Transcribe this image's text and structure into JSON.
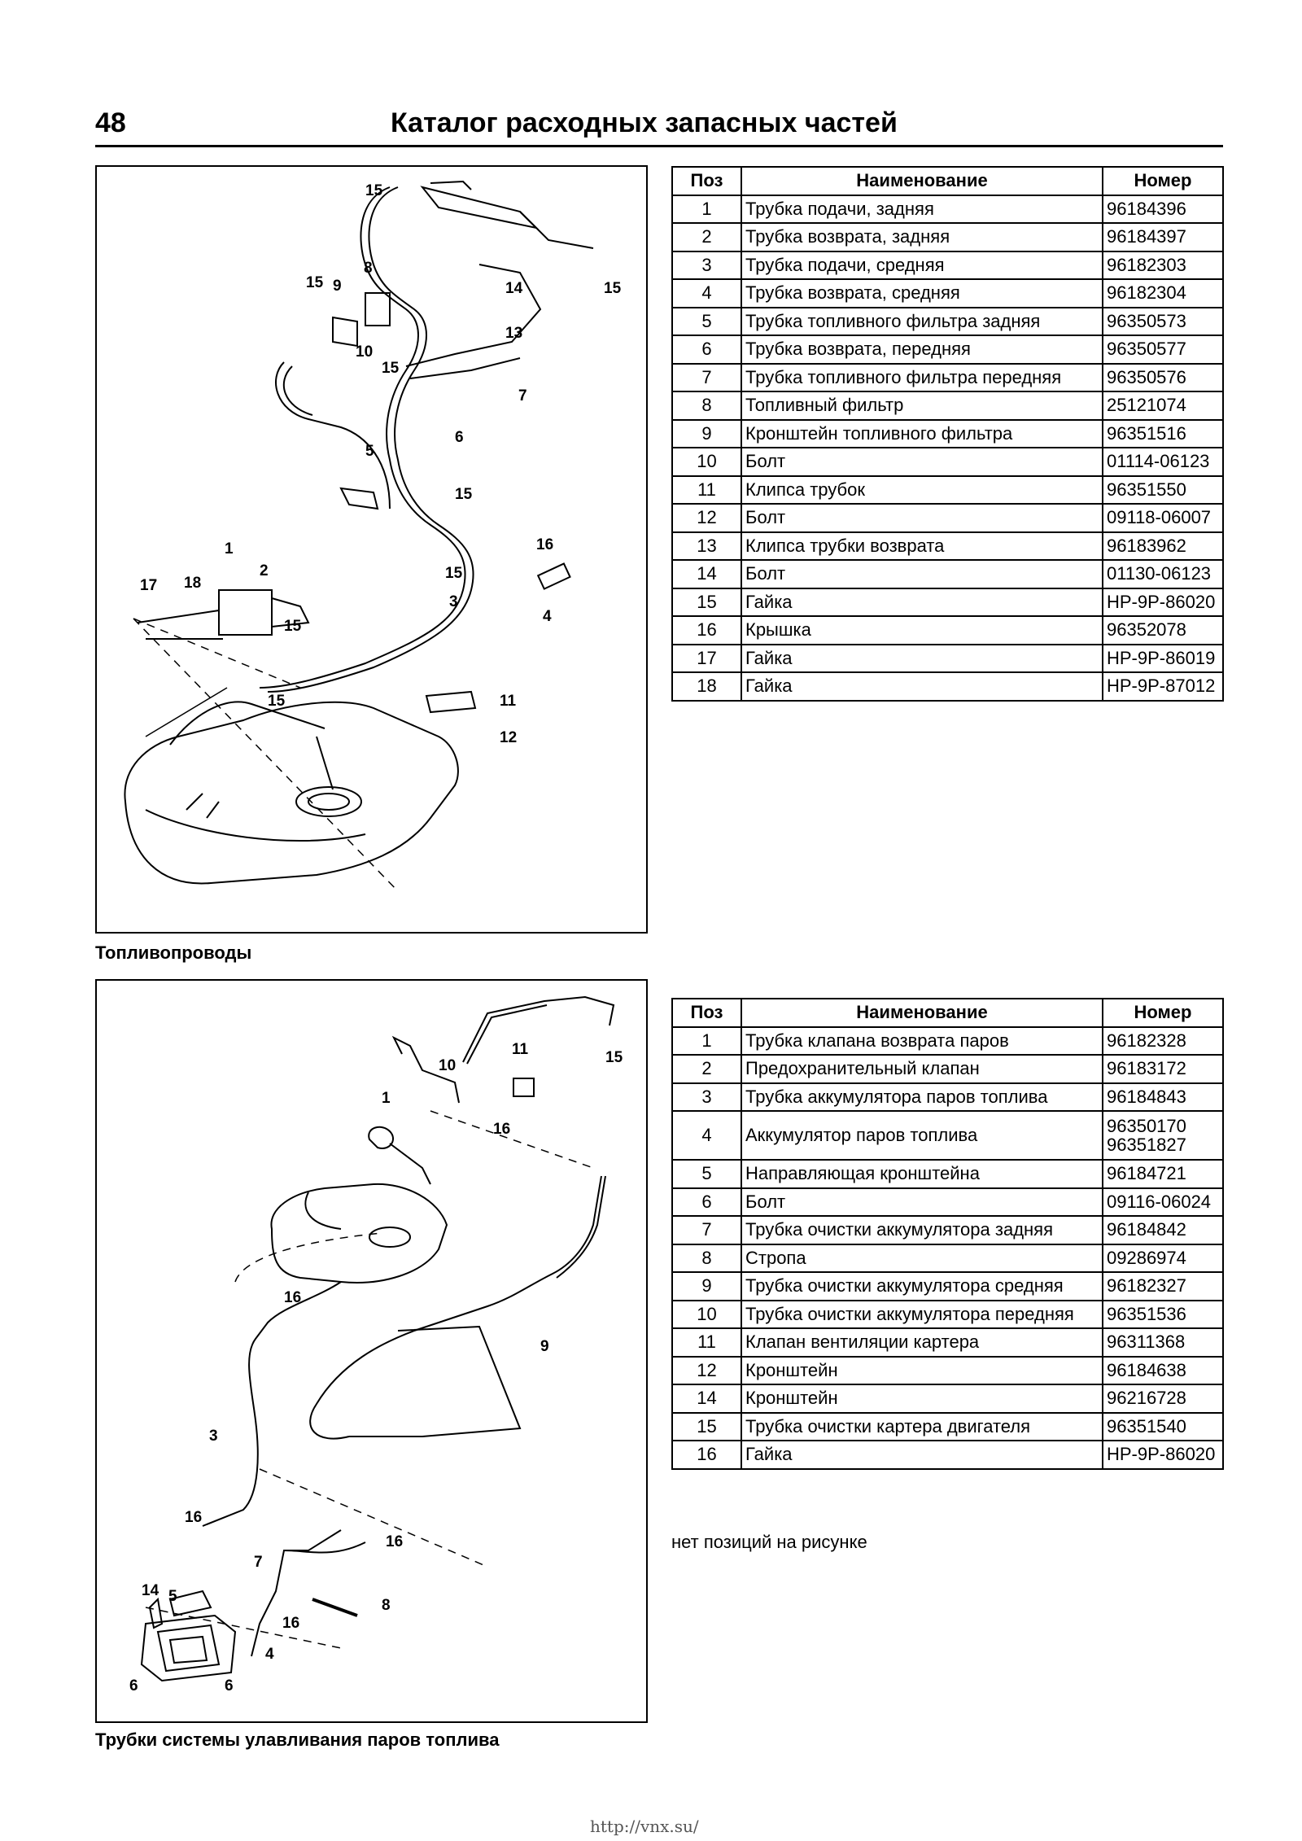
{
  "header": {
    "page_number": "48",
    "title": "Каталог расходных запасных частей"
  },
  "section1": {
    "caption": "Топливопроводы",
    "table": {
      "headers": [
        "Поз",
        "Наименование",
        "Номер"
      ],
      "rows": [
        {
          "pos": "1",
          "name": "Трубка подачи, задняя",
          "number": "96184396"
        },
        {
          "pos": "2",
          "name": "Трубка возврата, задняя",
          "number": "96184397"
        },
        {
          "pos": "3",
          "name": "Трубка подачи, средняя",
          "number": "96182303"
        },
        {
          "pos": "4",
          "name": "Трубка возврата, средняя",
          "number": "96182304"
        },
        {
          "pos": "5",
          "name": "Трубка топливного фильтра задняя",
          "number": "96350573"
        },
        {
          "pos": "6",
          "name": "Трубка возврата, передняя",
          "number": "96350577"
        },
        {
          "pos": "7",
          "name": "Трубка топливного фильтра передняя",
          "number": "96350576"
        },
        {
          "pos": "8",
          "name": "Топливный фильтр",
          "number": "25121074"
        },
        {
          "pos": "9",
          "name": "Кронштейн топливного фильтра",
          "number": "96351516"
        },
        {
          "pos": "10",
          "name": "Болт",
          "number": "01114-06123"
        },
        {
          "pos": "11",
          "name": "Клипса трубок",
          "number": "96351550"
        },
        {
          "pos": "12",
          "name": "Болт",
          "number": "09118-06007"
        },
        {
          "pos": "13",
          "name": "Клипса трубки возврата",
          "number": "96183962"
        },
        {
          "pos": "14",
          "name": "Болт",
          "number": "01130-06123"
        },
        {
          "pos": "15",
          "name": "Гайка",
          "number": "HP-9P-86020"
        },
        {
          "pos": "16",
          "name": "Крышка",
          "number": "96352078"
        },
        {
          "pos": "17",
          "name": "Гайка",
          "number": "HP-9P-86019"
        },
        {
          "pos": "18",
          "name": "Гайка",
          "number": "HP-9P-87012"
        }
      ]
    },
    "callouts": [
      "1",
      "2",
      "3",
      "4",
      "5",
      "6",
      "7",
      "8",
      "9",
      "10",
      "11",
      "12",
      "13",
      "14",
      "15",
      "16",
      "17",
      "18"
    ]
  },
  "section2": {
    "caption": "Трубки системы улавливания паров топлива",
    "table": {
      "headers": [
        "Поз",
        "Наименование",
        "Номер"
      ],
      "rows": [
        {
          "pos": "1",
          "name": "Трубка клапана возврата паров",
          "number": "96182328"
        },
        {
          "pos": "2",
          "name": "Предохранительный клапан",
          "number": "96183172"
        },
        {
          "pos": "3",
          "name": "Трубка аккумулятора паров топлива",
          "number": "96184843"
        },
        {
          "pos": "4",
          "name": "Аккумулятор паров топлива",
          "number": "96350170",
          "number2": "96351827"
        },
        {
          "pos": "5",
          "name": "Направляющая кронштейна",
          "number": "96184721"
        },
        {
          "pos": "6",
          "name": "Болт",
          "number": "09116-06024"
        },
        {
          "pos": "7",
          "name": "Трубка очистки аккумулятора задняя",
          "number": "96184842"
        },
        {
          "pos": "8",
          "name": "Стропа",
          "number": "09286974"
        },
        {
          "pos": "9",
          "name": "Трубка очистки аккумулятора средняя",
          "number": "96182327"
        },
        {
          "pos": "10",
          "name": "Трубка очистки аккумулятора передняя",
          "number": "96351536"
        },
        {
          "pos": "11",
          "name": "Клапан вентиляции картера",
          "number": "96311368"
        },
        {
          "pos": "12",
          "name": "Кронштейн",
          "number": "96184638"
        },
        {
          "pos": "14",
          "name": "Кронштейн",
          "number": "96216728"
        },
        {
          "pos": "15",
          "name": "Трубка очистки картера двигателя",
          "number": "96351540"
        },
        {
          "pos": "16",
          "name": "Гайка",
          "number": "HP-9P-86020"
        }
      ]
    },
    "note": "нет позиций на рисунке",
    "callouts": [
      "1",
      "3",
      "4",
      "5",
      "6",
      "7",
      "8",
      "9",
      "10",
      "11",
      "14",
      "15",
      "16"
    ]
  },
  "footer": {
    "url": "http://vnx.su/"
  }
}
